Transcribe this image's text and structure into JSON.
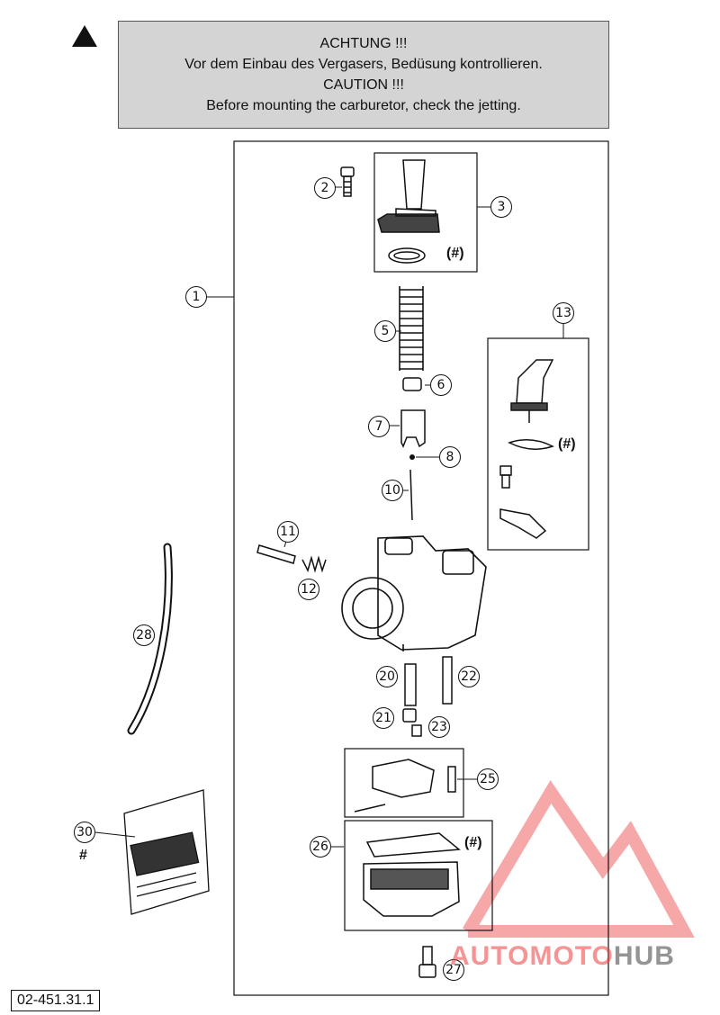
{
  "warning": {
    "line1": "ACHTUNG !!!",
    "line2": "Vor dem Einbau des Vergasers, Bedüsung kontrollieren.",
    "line3": "CAUTION !!!",
    "line4": "Before mounting the carburetor, check the jetting."
  },
  "callouts": {
    "c1": "1",
    "c2": "2",
    "c3": "3",
    "c5": "5",
    "c6": "6",
    "c7": "7",
    "c8": "8",
    "c10": "10",
    "c11": "11",
    "c12": "12",
    "c13": "13",
    "c20": "20",
    "c21": "21",
    "c22": "22",
    "c23": "23",
    "c25": "25",
    "c26": "26",
    "c27": "27",
    "c28": "28",
    "c30": "30"
  },
  "hash_labels": {
    "h3": "(#)",
    "h13": "(#)",
    "h26": "(#)",
    "h30": "#"
  },
  "drawing_code": "02-451.31.1",
  "watermark": {
    "part1": "AUTOMOTO",
    "part2": "HUB"
  },
  "colors": {
    "warning_bg": "#d4d4d4",
    "watermark_red": "#eb3c3c"
  }
}
